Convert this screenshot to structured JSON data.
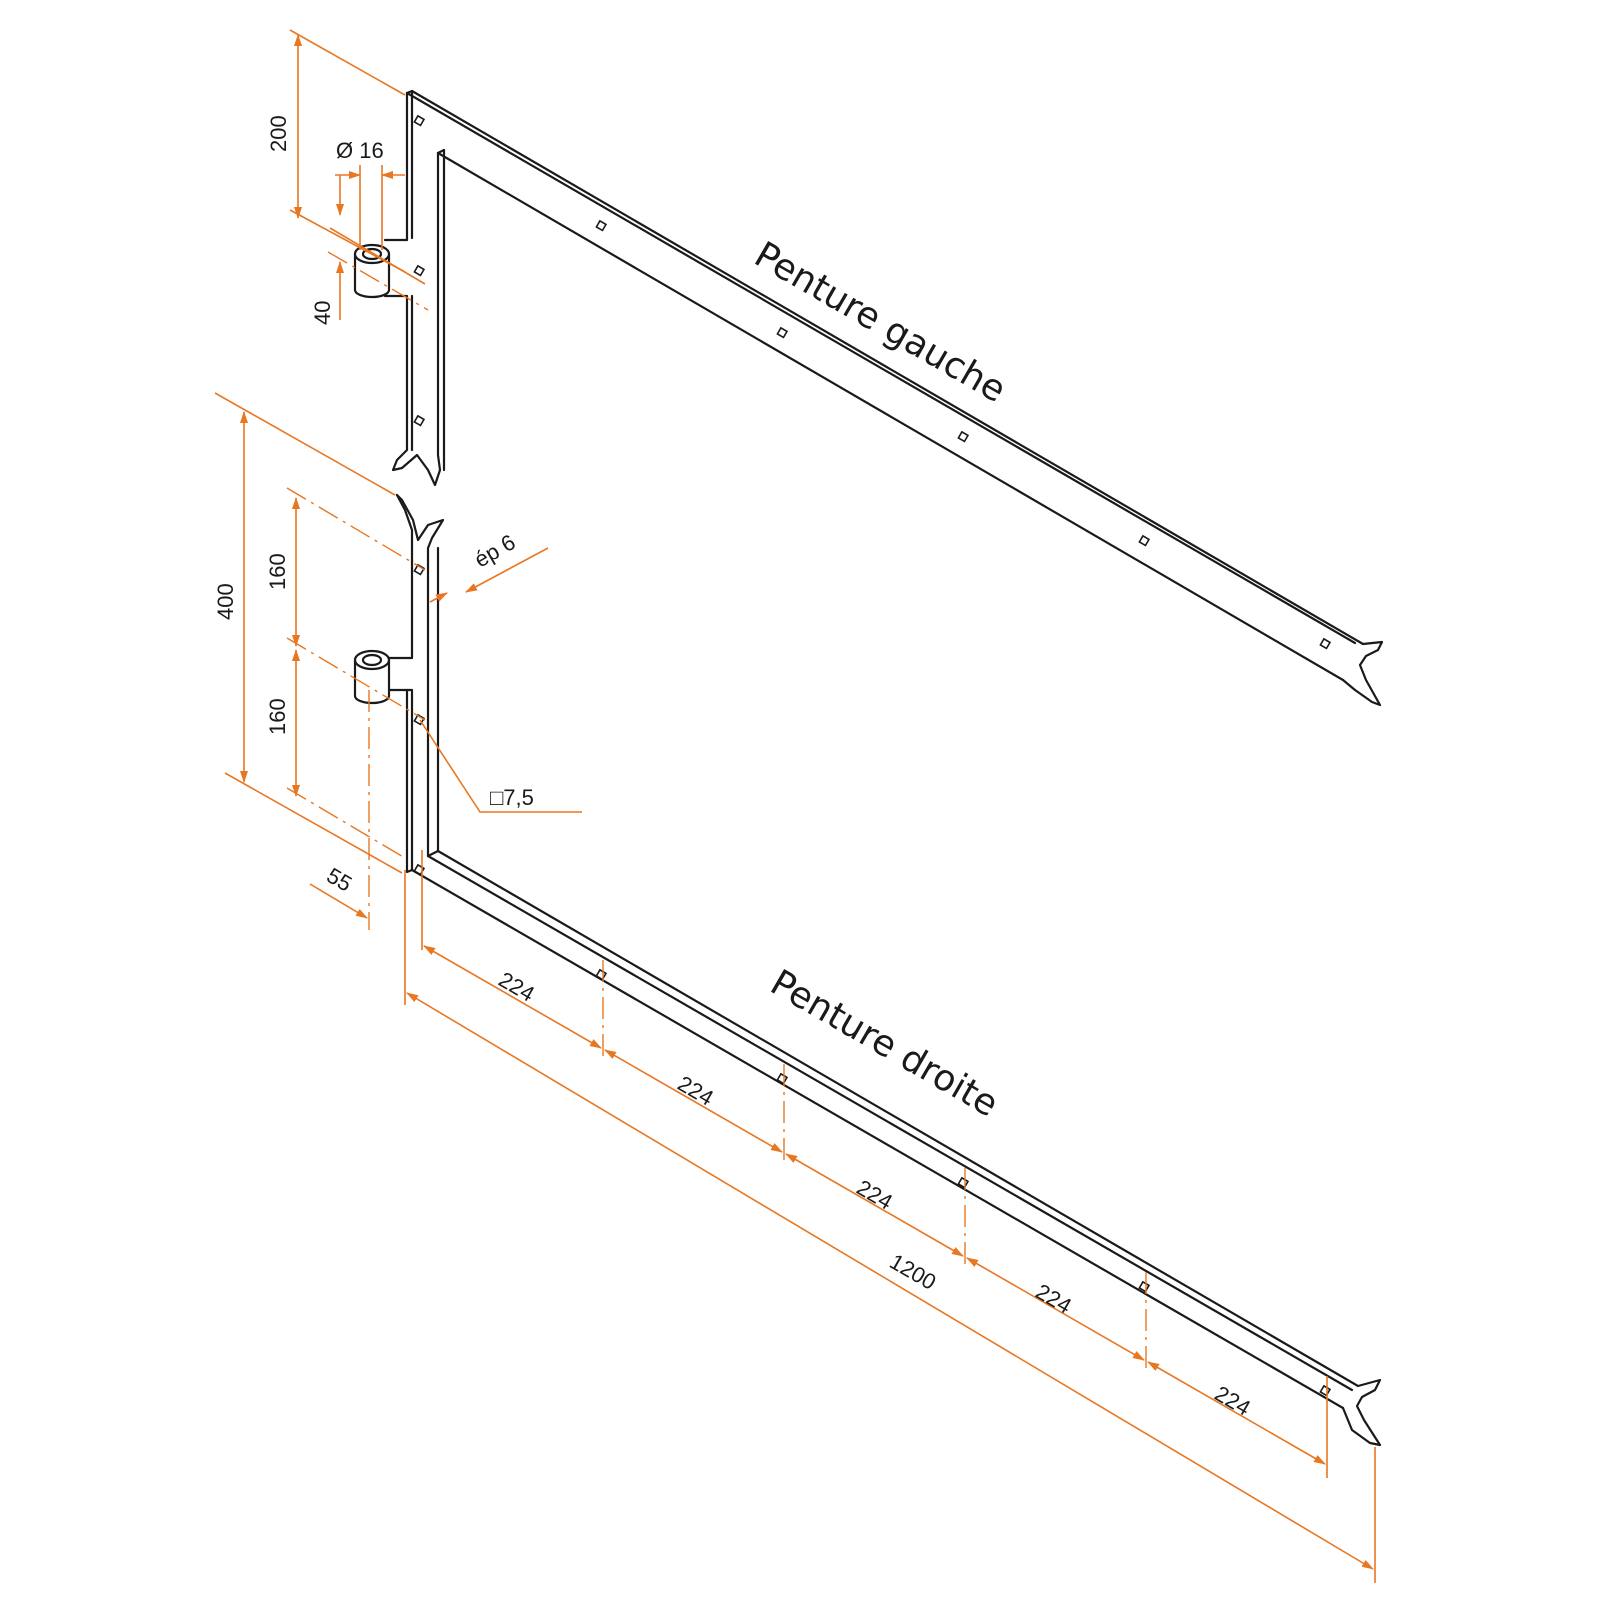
{
  "labels": {
    "title_left": "Penture gauche",
    "title_right": "Penture droite"
  },
  "dimensions": {
    "left_offset": "200",
    "pin_diameter": "Ø 16",
    "pin_height": "40",
    "total_height": "400",
    "upper_spacing": "160",
    "lower_spacing": "160",
    "thickness": "ép 6",
    "hole_size": "□7,5",
    "edge_offset": "55",
    "hole_pitch_1": "224",
    "hole_pitch_2": "224",
    "hole_pitch_3": "224",
    "hole_pitch_4": "224",
    "hole_pitch_5": "224",
    "total_length": "1200"
  },
  "colors": {
    "dimension": "#e87722",
    "outline": "#1a1a1a"
  }
}
